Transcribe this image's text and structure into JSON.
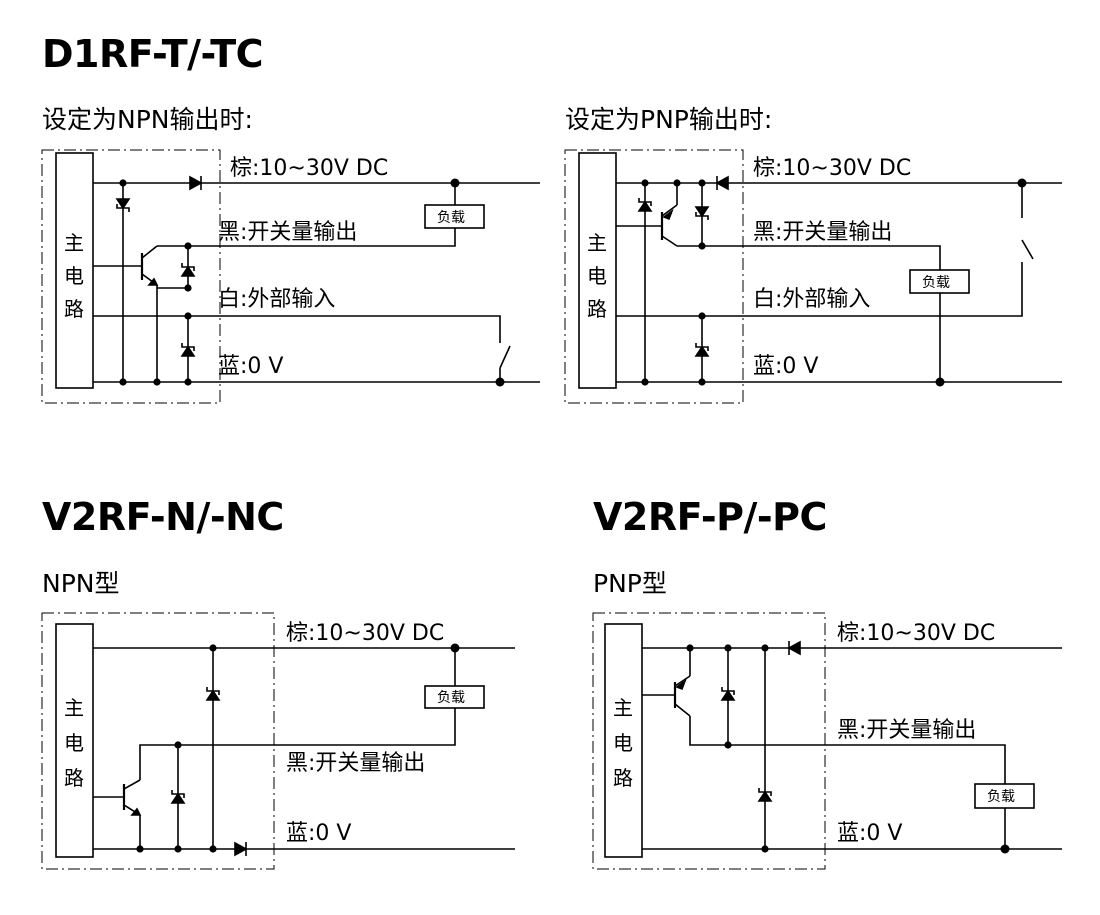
{
  "sections": [
    {
      "title": "D1RF-T/-TC",
      "subsections": [
        {
          "caption": "设定为NPN输出时:",
          "main_circuit_label": [
            "主",
            "电",
            "路"
          ],
          "labels": {
            "brown": "棕:10~30V DC",
            "black": "黑:开关量输出",
            "white": "白:外部输入",
            "blue": "蓝:0 V",
            "load": "负载"
          }
        },
        {
          "caption": "设定为PNP输出时:",
          "main_circuit_label": [
            "主",
            "电",
            "路"
          ],
          "labels": {
            "brown": "棕:10~30V DC",
            "black": "黑:开关量输出",
            "white": "白:外部输入",
            "blue": "蓝:0 V",
            "load": "负载"
          }
        }
      ]
    },
    {
      "title": "V2RF-N/-NC",
      "subsections": [
        {
          "caption": "NPN型",
          "main_circuit_label": [
            "主",
            "电",
            "路"
          ],
          "labels": {
            "brown": "棕:10~30V DC",
            "black": "黑:开关量输出",
            "blue": "蓝:0 V",
            "load": "负载"
          }
        }
      ]
    },
    {
      "title": "V2RF-P/-PC",
      "subsections": [
        {
          "caption": "PNP型",
          "main_circuit_label": [
            "主",
            "电",
            "路"
          ],
          "labels": {
            "brown": "棕:10~30V DC",
            "black": "黑:开关量输出",
            "blue": "蓝:0 V",
            "load": "负载"
          }
        }
      ]
    }
  ]
}
